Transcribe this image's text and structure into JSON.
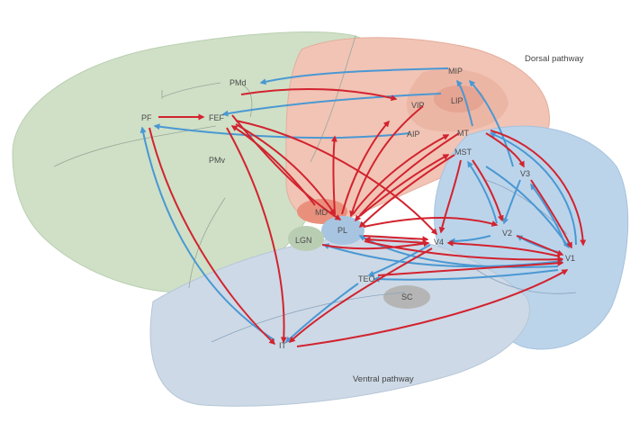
{
  "colors": {
    "frontal": "#cfe0c6",
    "parietal": "#f1c4b5",
    "occipital": "#bcd4ea",
    "temporal": "#cdd9e6",
    "feedforward": "#d2232f",
    "feedback": "#4a98d3"
  },
  "labels": {
    "dorsal_pathway": "Dorsal pathway",
    "ventral_pathway": "Ventral pathway",
    "pmd": "PMd",
    "pmv": "PMv",
    "pf": "PF",
    "fef": "FEF",
    "mip": "MIP",
    "vip": "VIP",
    "lip": "LIP",
    "aip": "AIP",
    "mt": "MT",
    "mst": "MST",
    "v3": "V3",
    "v2": "V2",
    "v1": "V1",
    "v4": "V4",
    "md": "MD",
    "pl": "PL",
    "lgn": "LGN",
    "teo": "TEO",
    "sc": "SC",
    "it": "IT"
  }
}
